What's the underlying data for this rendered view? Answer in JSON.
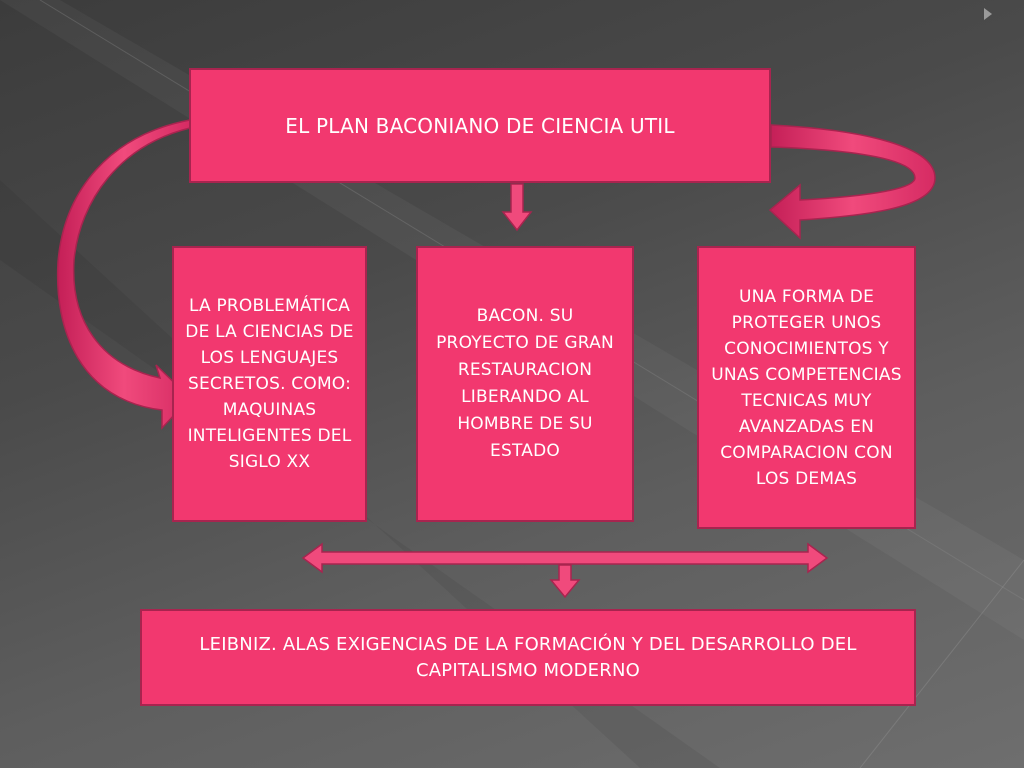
{
  "diagram": {
    "top_box": {
      "text": "EL PLAN BACONIANO DE CIENCIA UTIL"
    },
    "left_box": {
      "text": "LA PROBLEMÁTICA DE LA CIENCIAS DE LOS LENGUAJES SECRETOS. COMO: MAQUINAS INTELIGENTES DEL SIGLO XX"
    },
    "center_box": {
      "text": "BACON. SU PROYECTO DE GRAN RESTAURACION LIBERANDO AL HOMBRE DE SU ESTADO"
    },
    "right_box": {
      "text": "UNA FORMA DE PROTEGER UNOS CONOCIMIENTOS Y UNAS COMPETENCIAS TECNICAS MUY AVANZADAS EN COMPARACION CON LOS DEMAS"
    },
    "bottom_box": {
      "text": "LEIBNIZ. ALAS EXIGENCIAS DE LA FORMACIÓN Y DEL DESARROLLO DEL CAPITALISMO MODERNO"
    }
  },
  "colors": {
    "box_fill": "#f2386f",
    "box_border": "#a8244f",
    "arrow_fill": "#f04a7c",
    "background": "#4a4a4a"
  }
}
